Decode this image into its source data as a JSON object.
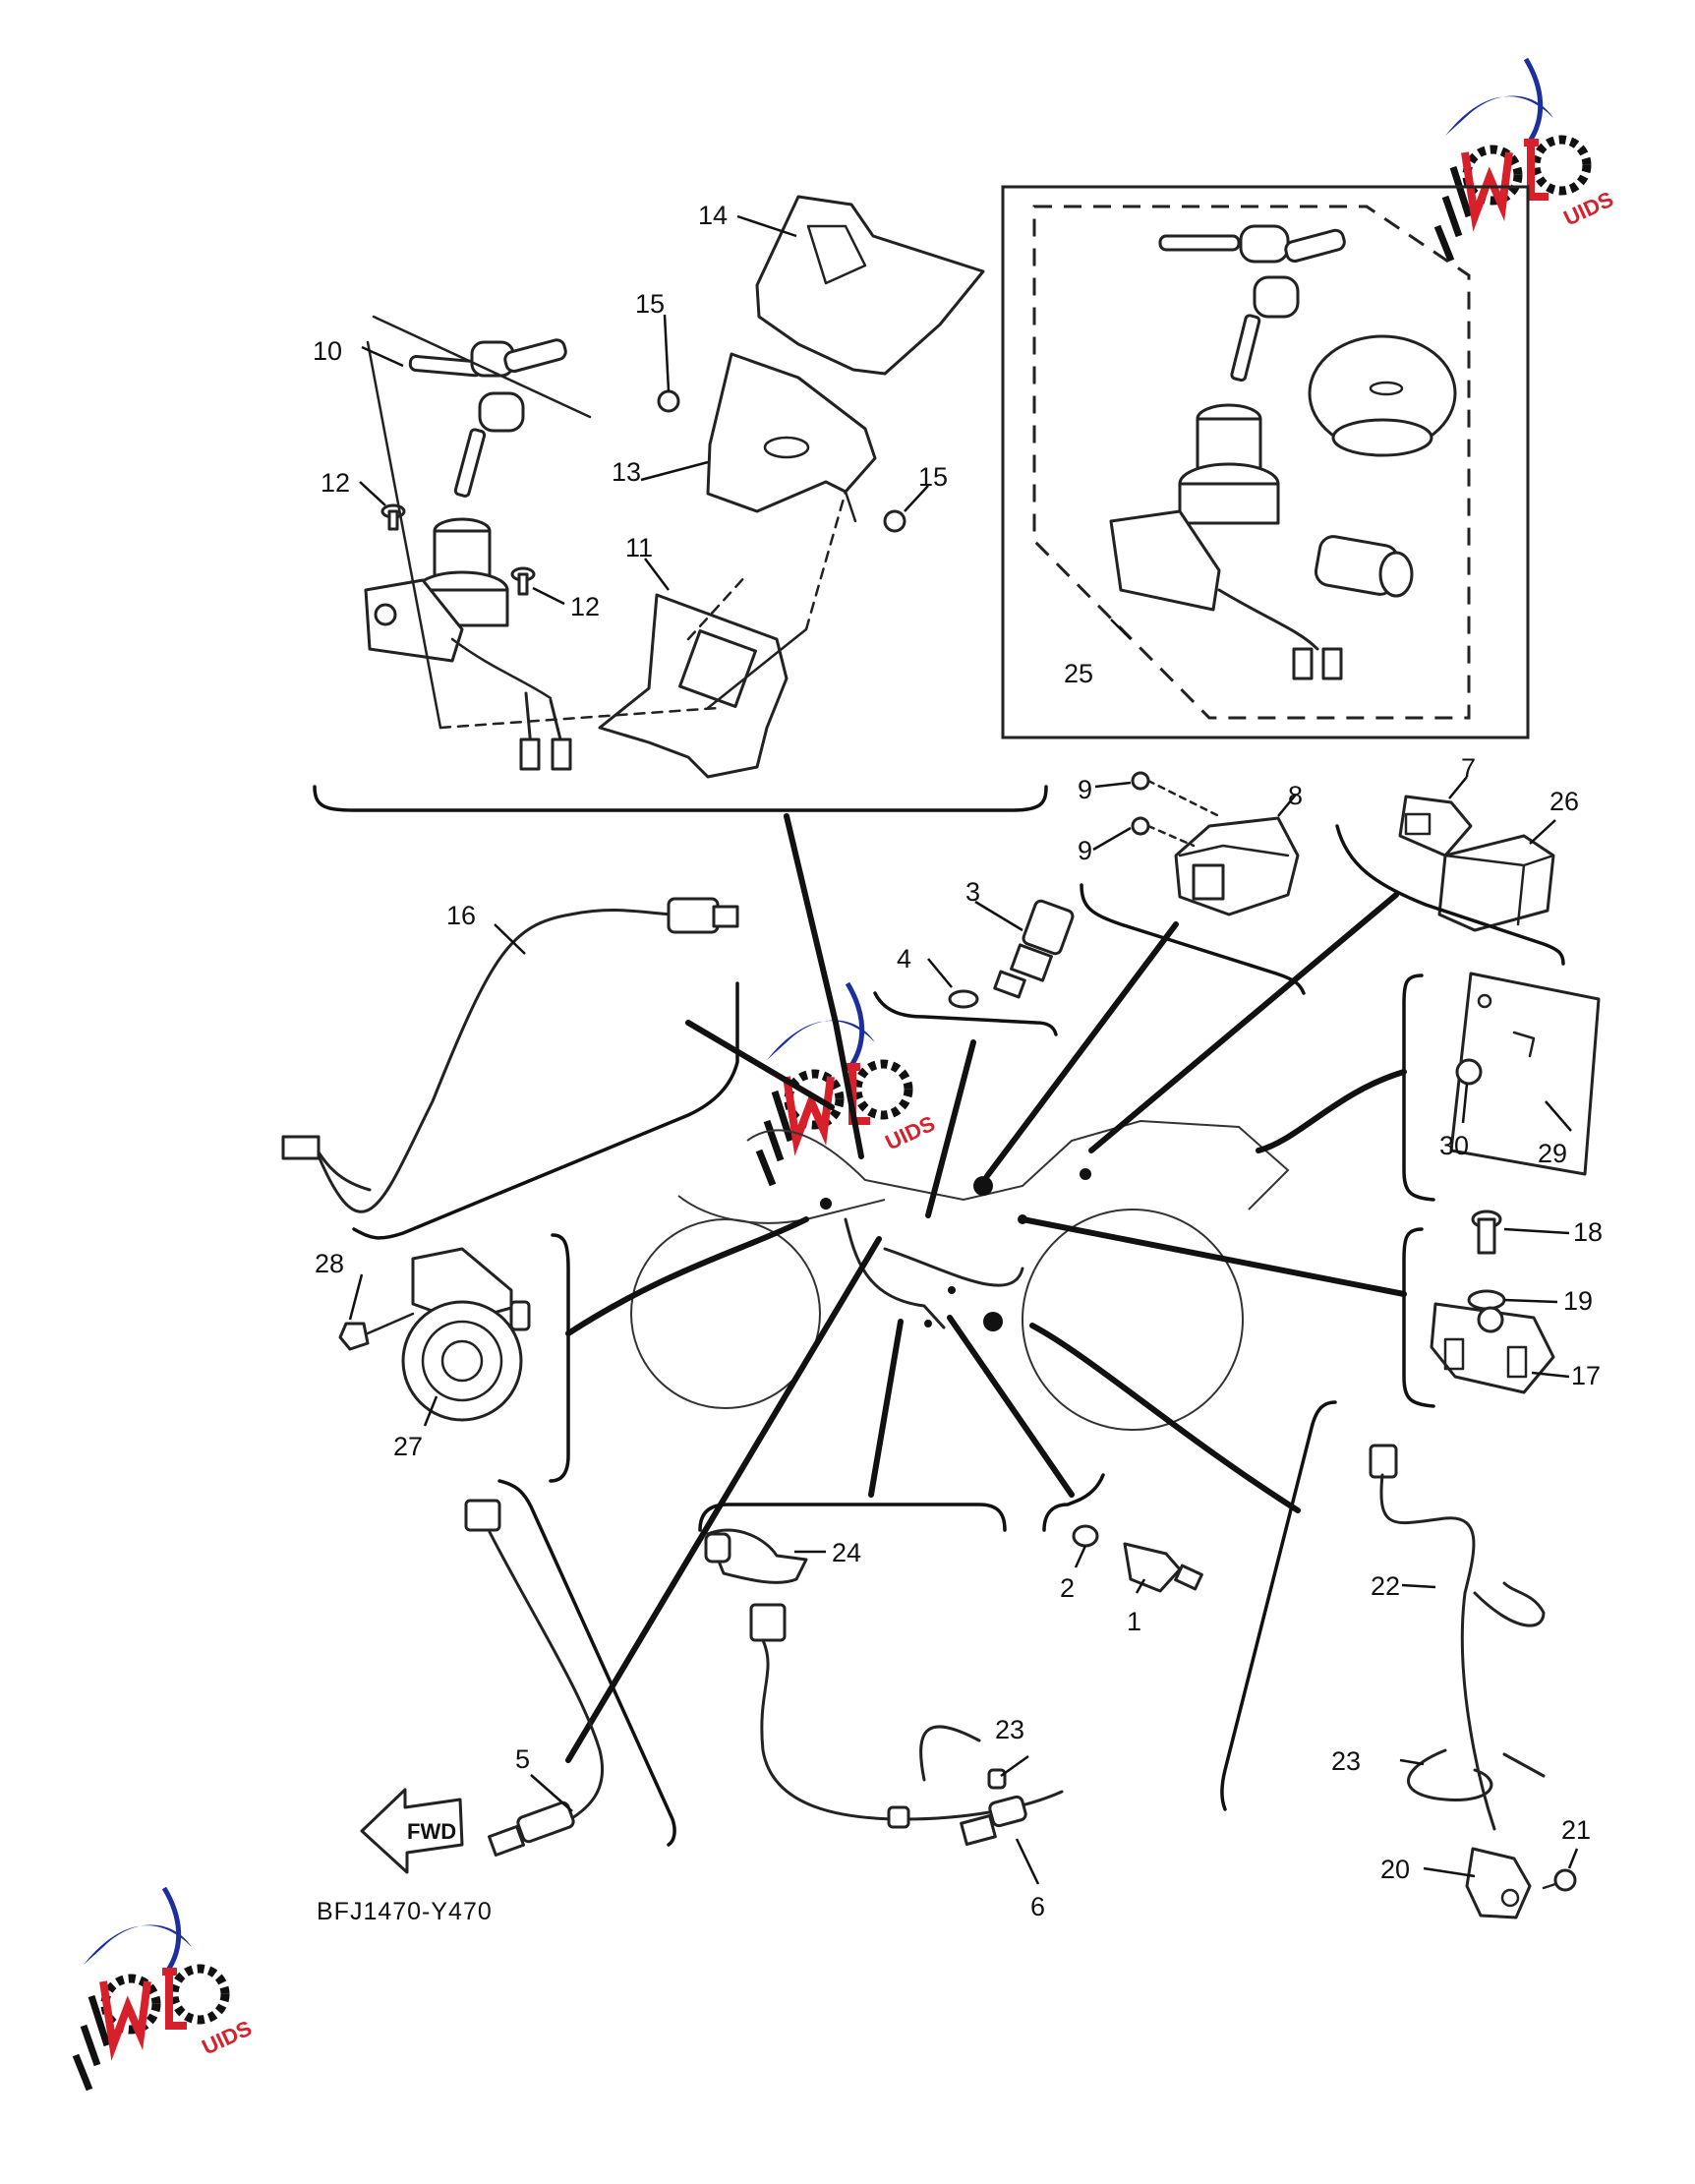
{
  "diagram": {
    "catalog_code": "BFJ1470-Y470",
    "fwd_label": "FWD",
    "watermark_text": "MOTO GUIDS",
    "callouts": [
      "1",
      "2",
      "3",
      "4",
      "5",
      "6",
      "7",
      "8",
      "9",
      "10",
      "11",
      "12",
      "13",
      "14",
      "15",
      "16",
      "17",
      "18",
      "19",
      "20",
      "21",
      "22",
      "23",
      "24",
      "25",
      "26",
      "27",
      "28",
      "29",
      "30"
    ]
  },
  "colors": {
    "ink": "#111111",
    "watermark_red": "#d8202a",
    "watermark_blue": "#1d2f9c"
  }
}
